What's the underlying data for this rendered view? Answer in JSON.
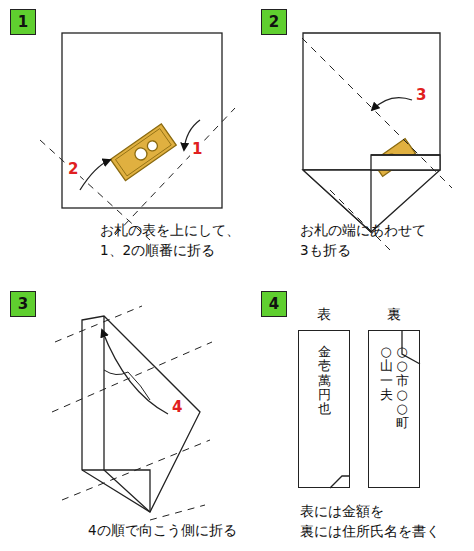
{
  "diagram": {
    "nodes": [
      {
        "text": [
          "1"
        ]
      },
      {
        "text": [
          "2"
        ]
      },
      {
        "text": [
          "3"
        ]
      },
      {
        "text": [
          "4"
        ]
      },
      {
        "text": [
          "表",
          "金壱萬円也"
        ]
      },
      {
        "text": [
          "裏",
          "○○市○○町",
          "○山一夫"
        ]
      }
    ],
    "labels": [
      "1",
      "2",
      "お札の表を上にして、 1、2の順番に折る",
      "3",
      "お札の端にあわせて 3も折る",
      "4",
      "4の順で向こう側に折る",
      "表には金額を 裏には住所氏名を書く"
    ]
  }
}
